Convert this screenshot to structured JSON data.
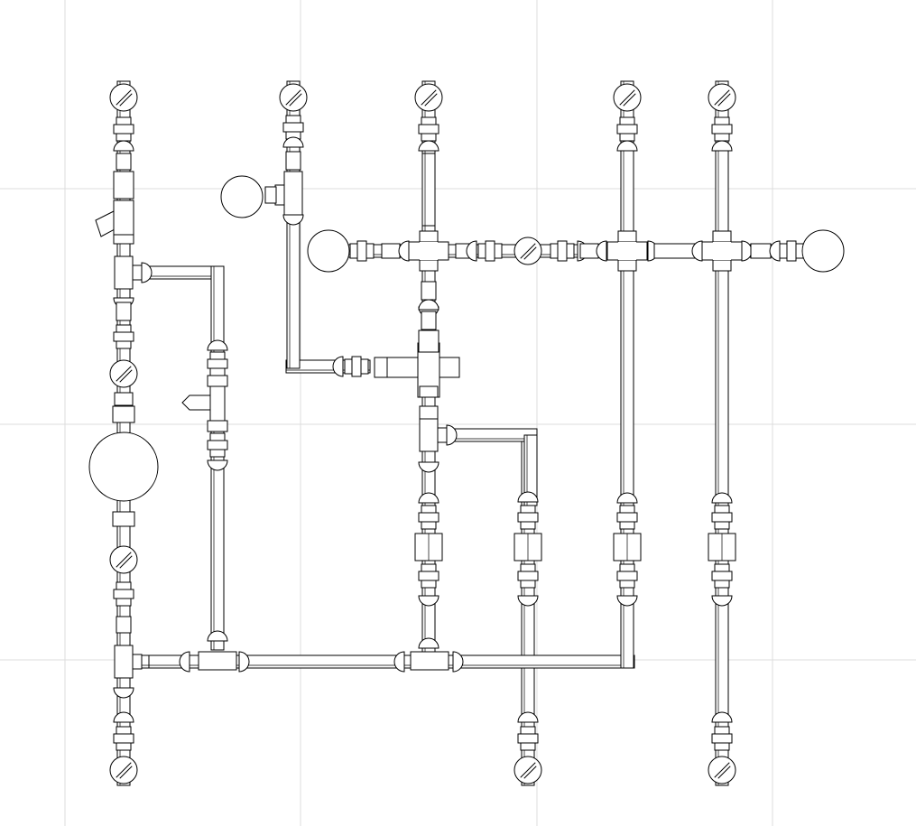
{
  "diagram": {
    "kind": "piping-schematic",
    "line_color": "#000000",
    "grid_color": "#dcdcdc",
    "background": "#ffffff",
    "components": {
      "valves": 12,
      "vessels": 5,
      "cross_fittings": 3,
      "unions": 5
    }
  }
}
